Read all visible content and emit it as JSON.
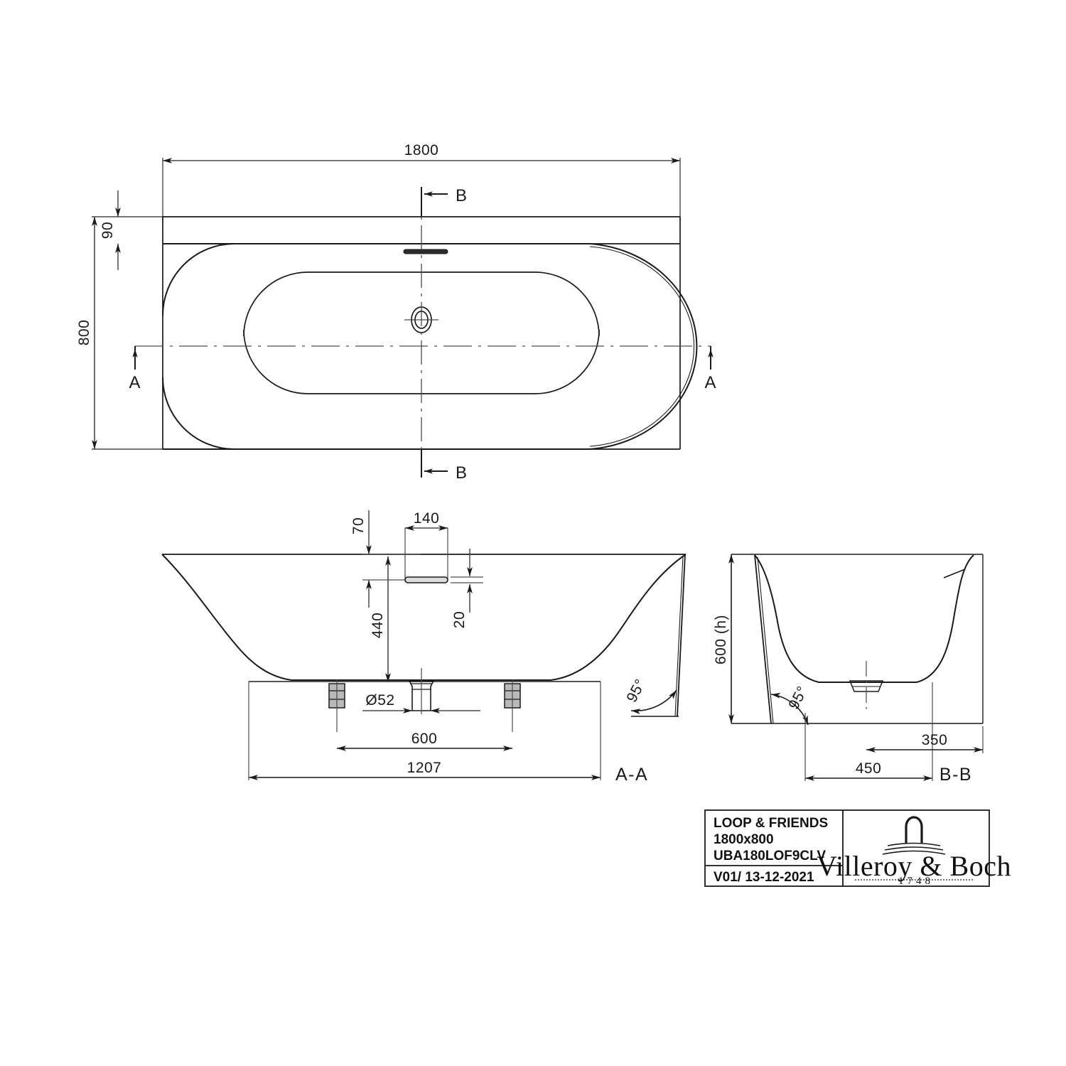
{
  "drawing": {
    "kind": "technical-drawing",
    "product_family": "LOOP & FRIENDS",
    "views": {
      "plan": {
        "name": "plan-view",
        "dim_length": "1800",
        "dim_width": "800",
        "dim_rim_offset": "90",
        "section_marks": [
          "B",
          "B",
          "A",
          "A"
        ]
      },
      "section_aa": {
        "name": "section-a-a",
        "label": "A-A",
        "dim_overflow_from_rim": "70",
        "dim_overflow_width": "140",
        "dim_overflow_height": "20",
        "dim_depth": "440",
        "dim_drain_diameter": "Ø52",
        "dim_feet_spacing": "600",
        "dim_base_length": "1207",
        "dim_angle": "95°"
      },
      "section_bb": {
        "name": "section-b-b",
        "label": "B-B",
        "dim_height": "600 (h)",
        "dim_angle": "95°",
        "dim_inner": "450",
        "dim_offset": "350"
      }
    }
  },
  "title_block": {
    "name": "title-block",
    "product_name": "LOOP & FRIENDS",
    "size": "1800x800",
    "article_number": "UBA180LOF9CLV",
    "revision": "V01/ 13-12-2021",
    "manufacturer": "Villeroy & Boch",
    "founded": "1748"
  },
  "colors": {
    "line": "#1a1a1a",
    "dim_line": "#4a4a4a",
    "background": "#ffffff"
  }
}
